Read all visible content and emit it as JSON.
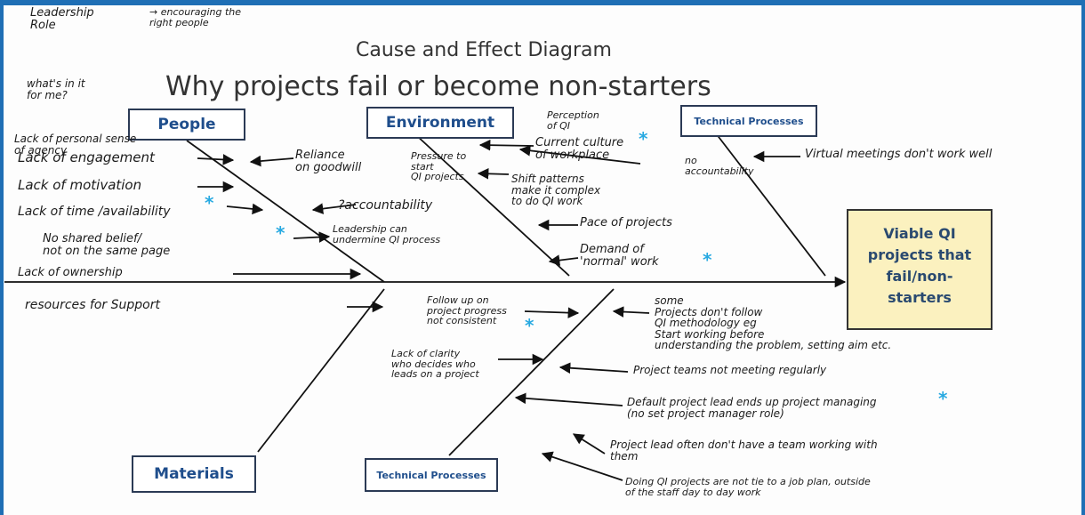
{
  "titles": {
    "main": "Cause and Effect Diagram",
    "sub": "Why projects fail or become non-starters"
  },
  "categories": {
    "people": "People",
    "environment": "Environment",
    "technical_processes": "Technical Processes",
    "materials": "Materials",
    "technical_processes_bottom": "Technical Processes"
  },
  "effect": "Viable QI\nprojects that\nfail/non-\nstarters",
  "margin_notes": {
    "leadership_role": "Leadership\nRole",
    "encouraging": "→ encouraging the\nright people",
    "whats_in_it": "what's in it\nfor me?"
  },
  "people_causes": {
    "agency": "Lack of personal sense\nof agency",
    "engagement": "Lack of engagement",
    "motivation": "Lack of motivation",
    "time": "Lack of time /availability",
    "shared_belief": "No shared belief/\nnot on the same page",
    "ownership": "Lack of ownership",
    "goodwill": "Reliance\non goodwill",
    "accountability": "?accountability",
    "leadership_undermine": "Leadership can\nundermine QI process"
  },
  "environment_causes": {
    "perception": "Perception\nof QI",
    "culture": "Current culture\nof workplace",
    "pressure": "Pressure to\nstart\nQI projects",
    "shift": "Shift patterns\nmake it complex\nto do QI work",
    "no_accountability": "no\naccountability",
    "pace": "Pace of projects",
    "demand": "Demand of\n'normal' work"
  },
  "tech_causes": {
    "virtual": "Virtual meetings don't work well"
  },
  "materials_causes": {
    "resources": "resources for Support"
  },
  "process_causes": {
    "follow_up": "Follow up on\nproject progress\nnot consistent",
    "methodology": "some\nProjects don't follow\nQI methodology eg\nStart working before\nunderstanding the problem, setting aim etc.",
    "clarity": "Lack of clarity\nwho decides who\nleads on a project",
    "teams": "Project teams not meeting regularly",
    "default_lead": "Default project lead ends up project managing\n(no set project manager role)",
    "team_working": "Project lead often don't have a team working with\nthem",
    "job_plan": "Doing QI projects are not tie to a job plan, outside\nof the staff day to day work"
  },
  "asterisk": "*",
  "colors": {
    "asterisk": "#27a9e1",
    "box_text": "#1f4e8c",
    "effect_fill": "#fbf1bf",
    "bar": "#1f6fb5"
  }
}
